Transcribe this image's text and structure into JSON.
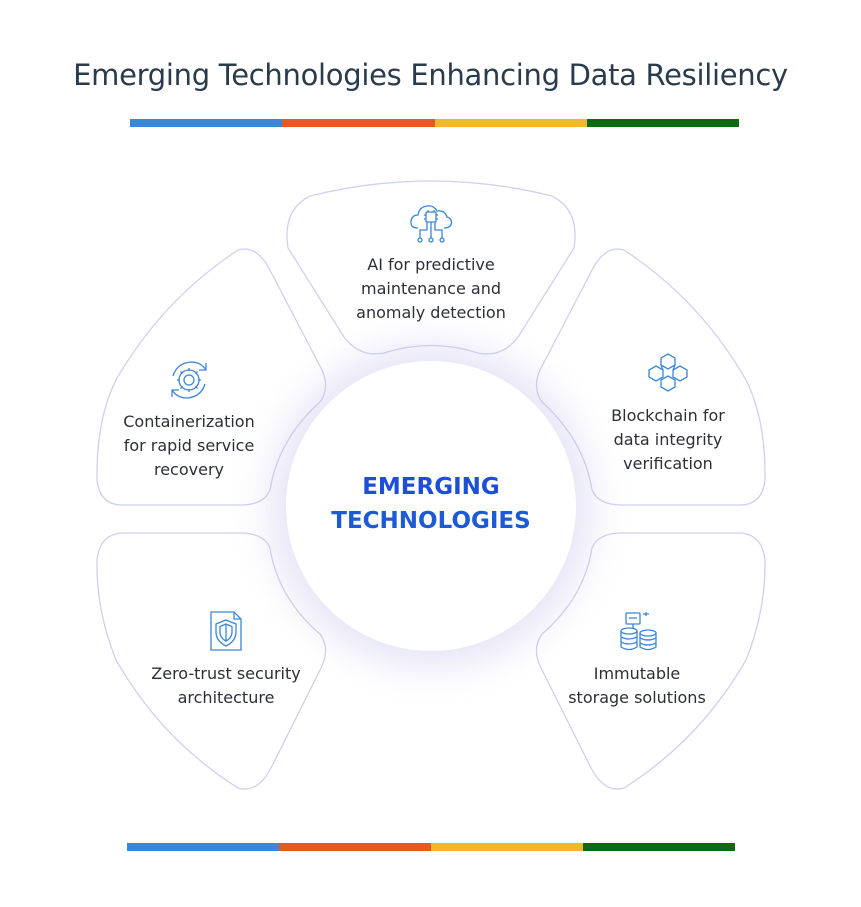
{
  "title": "Emerging Technologies Enhancing Data Resiliency",
  "palette": {
    "blue": "#3a86d8",
    "orange": "#e55a20",
    "yellow": "#f2b72b",
    "green": "#0c6a12",
    "petal_stroke": "#cfd0ef",
    "icon": "#3a86d8"
  },
  "center": {
    "line1": "EMERGING",
    "line2": "TECHNOLOGIES"
  },
  "items": [
    {
      "id": "ai",
      "icon": "ai-cloud-icon",
      "lines": [
        "AI for predictive",
        "maintenance and",
        "anomaly detection"
      ]
    },
    {
      "id": "blockchain",
      "icon": "blockchain-cubes-icon",
      "lines": [
        "Blockchain for",
        "data integrity",
        "verification"
      ]
    },
    {
      "id": "immutable",
      "icon": "database-storage-icon",
      "lines": [
        "Immutable",
        "storage solutions"
      ]
    },
    {
      "id": "zero-trust",
      "icon": "shield-document-icon",
      "lines": [
        "Zero-trust security",
        "architecture"
      ]
    },
    {
      "id": "container",
      "icon": "gear-refresh-icon",
      "lines": [
        "Containerization",
        "for rapid service",
        "recovery"
      ]
    }
  ]
}
